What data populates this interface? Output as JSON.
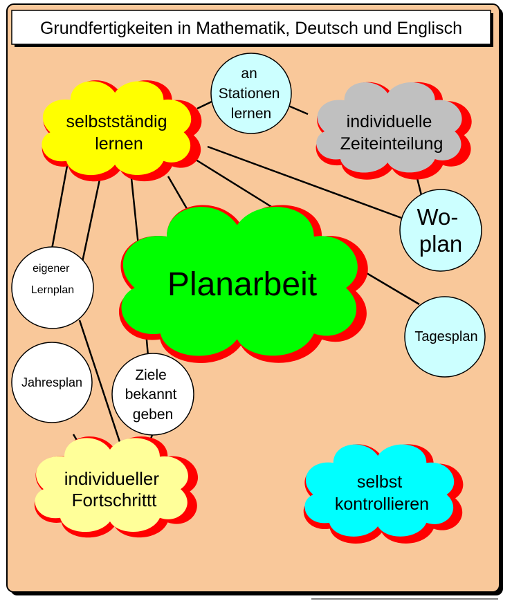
{
  "title": "Grundfertigkeiten in Mathematik, Deutsch und Englisch",
  "colors": {
    "panel": "#f9c89a",
    "cloud_outline": "#ff0000",
    "cloud_yellow": "#ffff00",
    "cloud_grey": "#c0c0c0",
    "cloud_green": "#00ff00",
    "cloud_pale_yellow": "#ffff99",
    "cloud_cyan": "#00ffff",
    "circle_light_cyan": "#ccffff",
    "circle_white": "#ffffff"
  },
  "nodes": {
    "selbststaendig": {
      "lines": [
        "selbstständig",
        "lernen"
      ]
    },
    "stationen": {
      "lines": [
        "an",
        "Stationen",
        "lernen"
      ]
    },
    "zeiteinteilung": {
      "lines": [
        "individuelle",
        "Zeiteinteilung"
      ]
    },
    "woplan": {
      "lines": [
        "Wo-",
        "plan"
      ]
    },
    "planarbeit": {
      "lines": [
        "Planarbeit"
      ]
    },
    "tagesplan": {
      "lines": [
        "Tagesplan"
      ]
    },
    "lernplan": {
      "lines": [
        "eigener",
        "Lernplan"
      ]
    },
    "jahresplan": {
      "lines": [
        "Jahresplan"
      ]
    },
    "ziele": {
      "lines": [
        "Ziele",
        "bekannt",
        "geben"
      ]
    },
    "fortschritt": {
      "lines": [
        "individueller",
        "Fortschrittt"
      ]
    },
    "kontrollieren": {
      "lines": [
        "selbst",
        "kontrollieren"
      ]
    }
  }
}
